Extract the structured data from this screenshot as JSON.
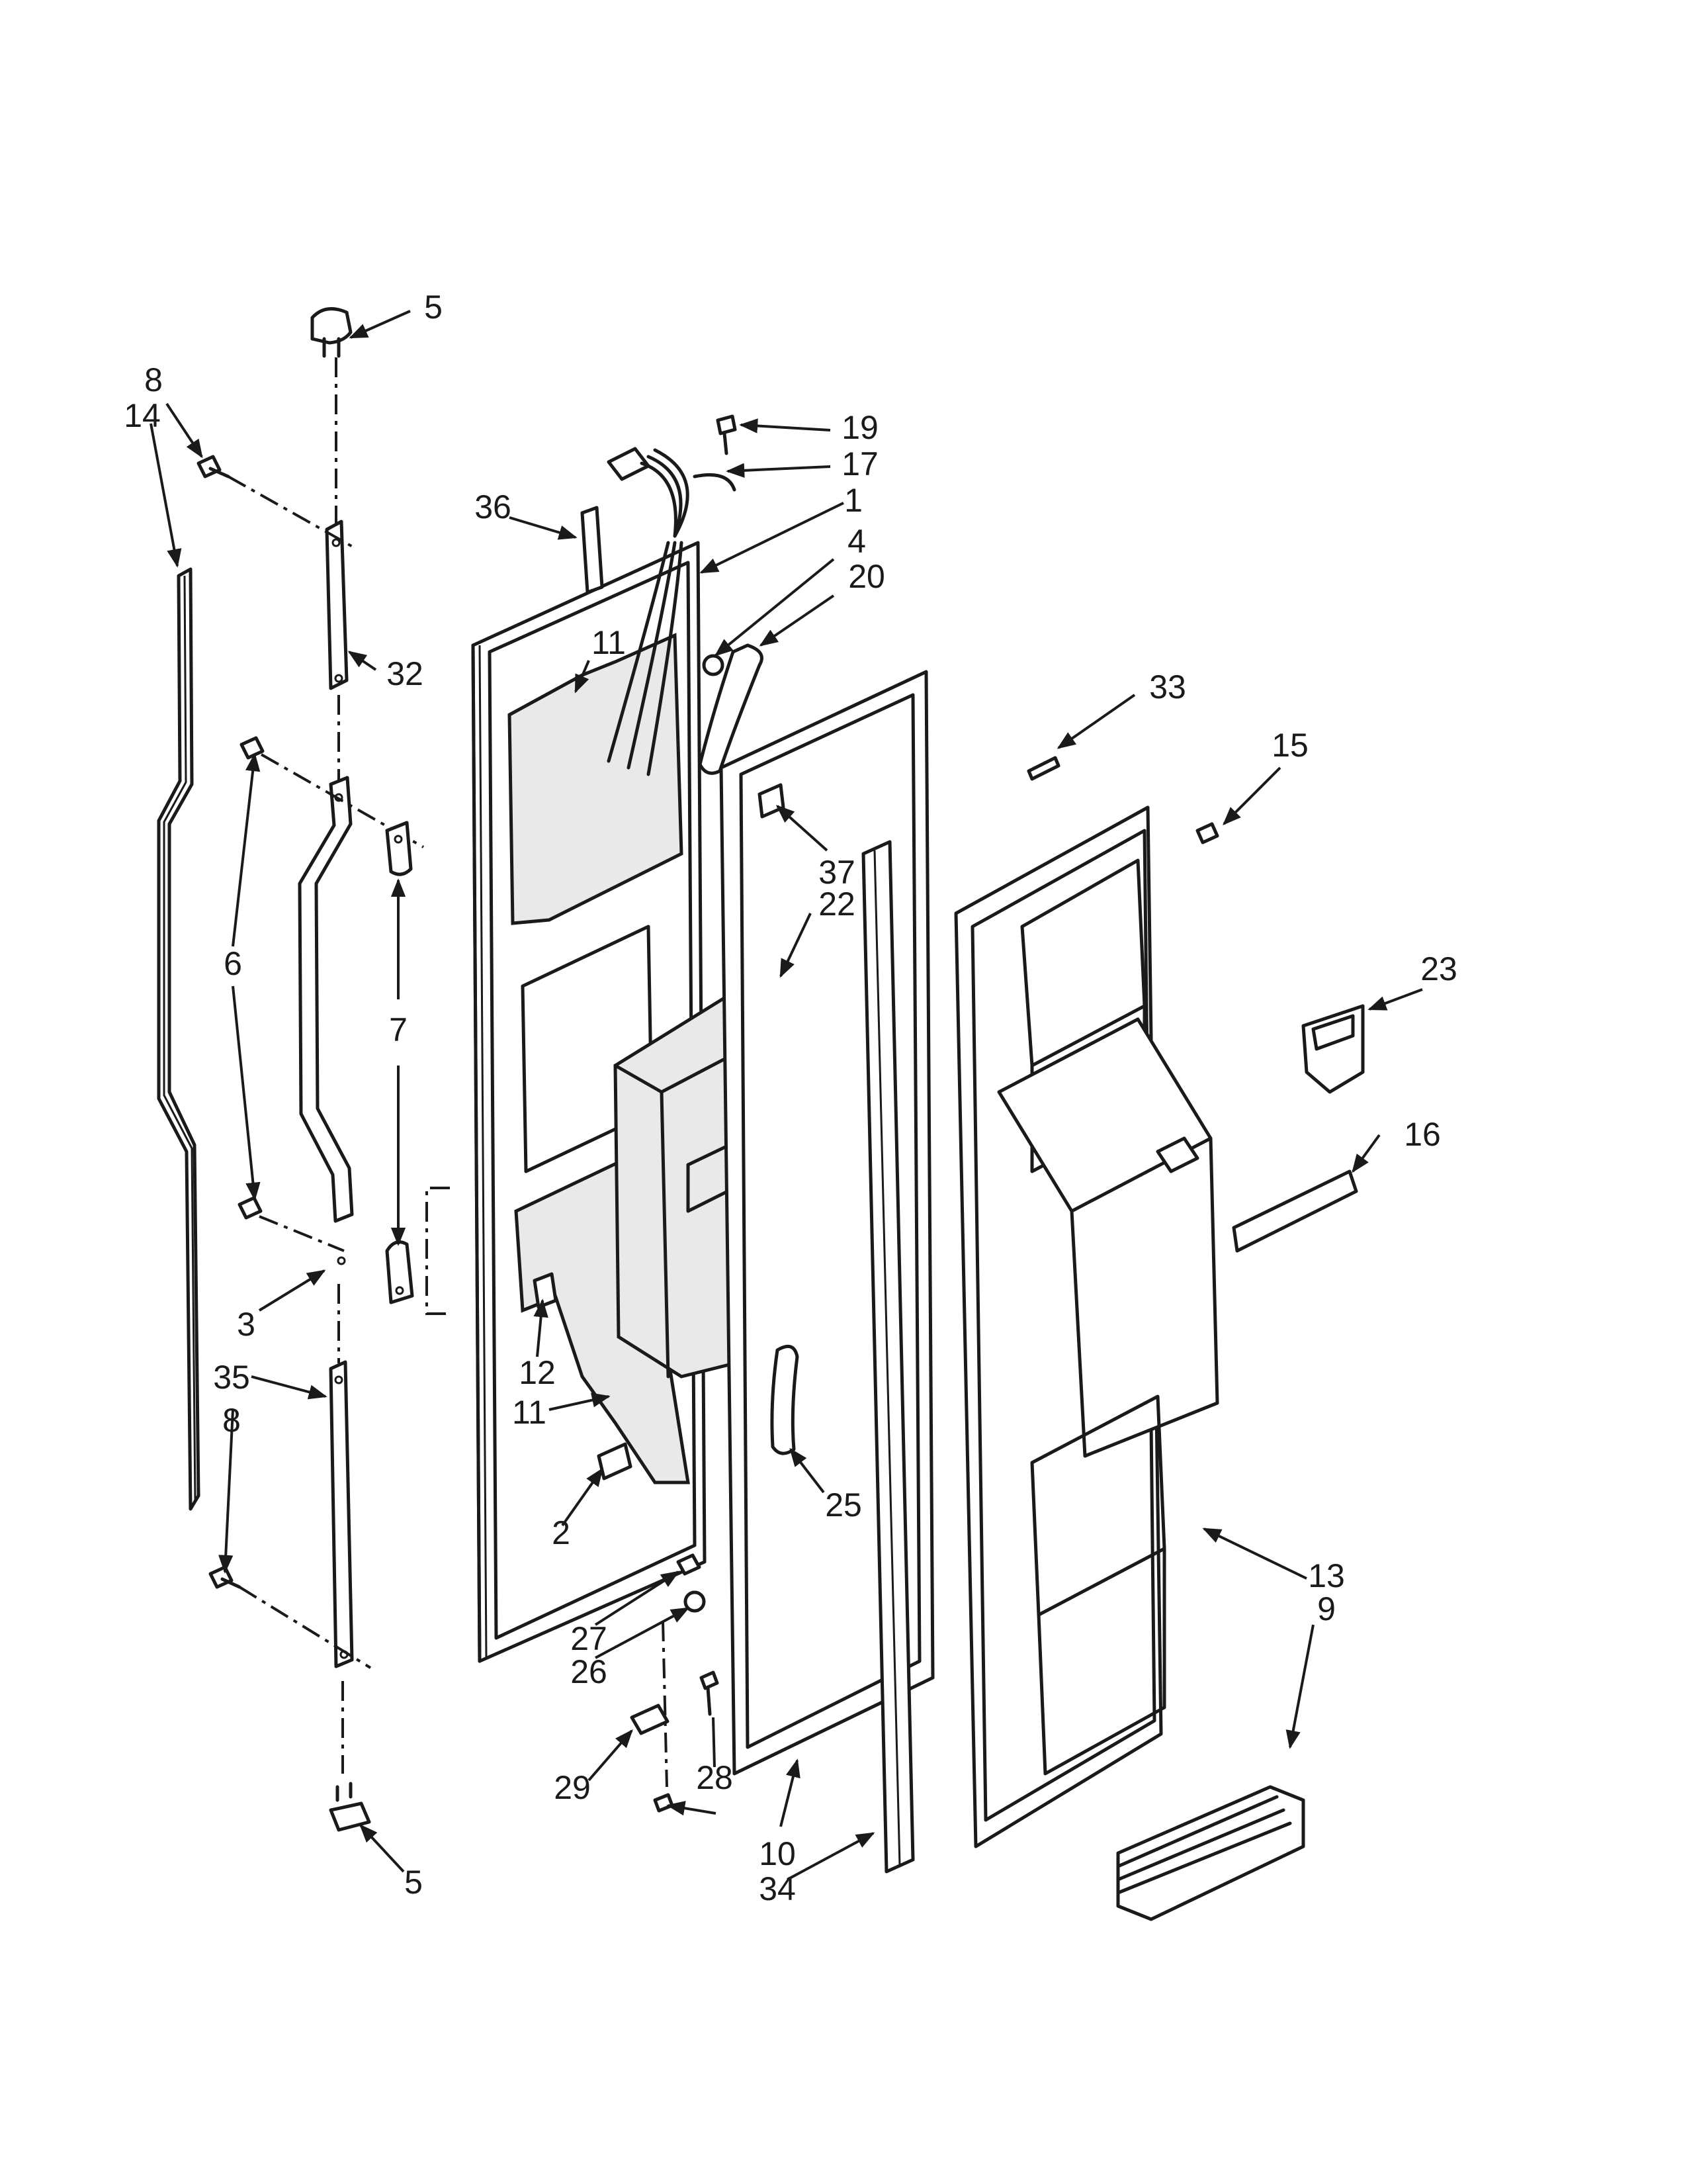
{
  "callouts": [
    "5",
    "8",
    "14",
    "32",
    "6",
    "7",
    "3",
    "35",
    "8",
    "5",
    "36",
    "19",
    "17",
    "1",
    "4",
    "20",
    "11",
    "37",
    "22",
    "12",
    "11",
    "2",
    "27",
    "26",
    "28",
    "29",
    "25",
    "10",
    "34",
    "33",
    "15",
    "23",
    "16",
    "13",
    "9"
  ]
}
